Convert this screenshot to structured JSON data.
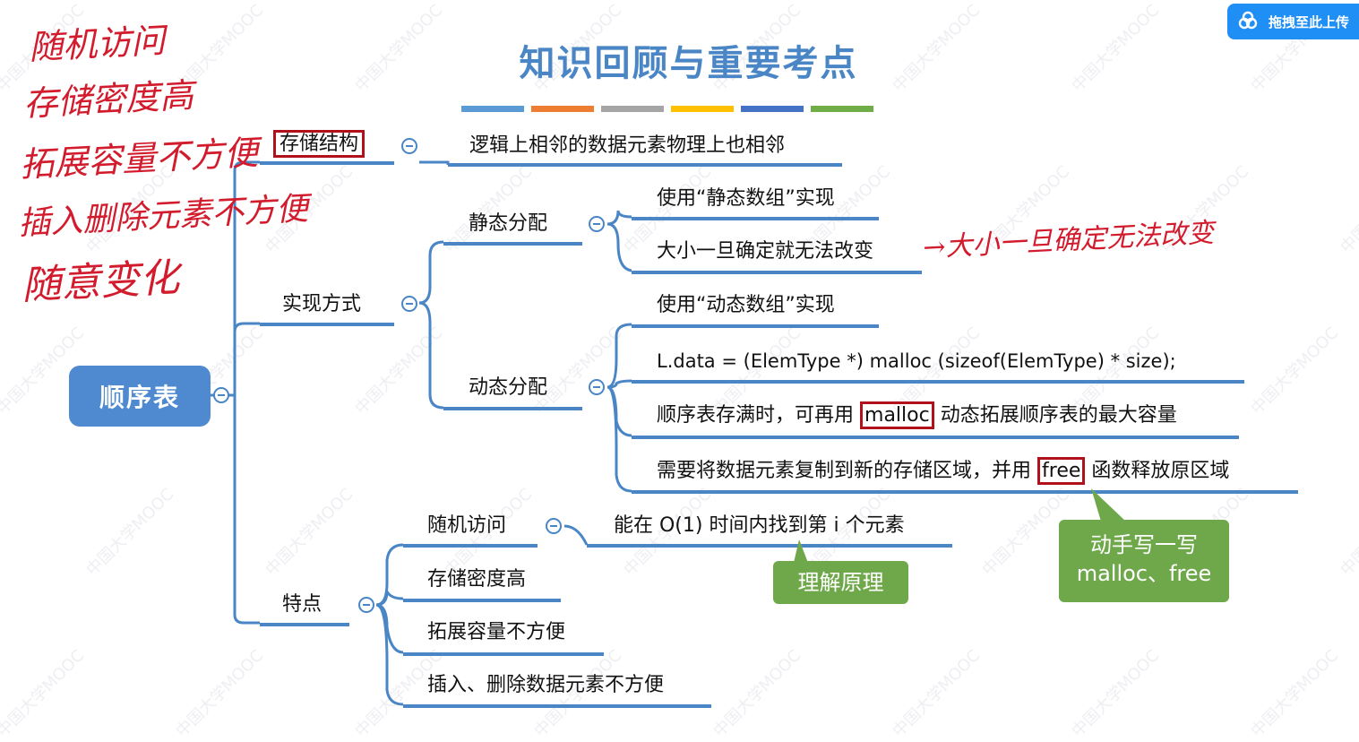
{
  "title": "知识回顾与重要考点",
  "title_bar_colors": [
    "#5b9bd5",
    "#ed7d31",
    "#a5a5a5",
    "#ffc000",
    "#4472c4",
    "#70ad47"
  ],
  "upload_button": "拖拽至此上传",
  "watermark": "中国大学MOOC",
  "root": "顺序表",
  "nodes": {
    "storage": "存储结构",
    "storage_desc": "逻辑上相邻的数据元素物理上也相邻",
    "impl": "实现方式",
    "static_alloc": "静态分配",
    "static_1": "使用“静态数组”实现",
    "static_2": "大小一旦确定就无法改变",
    "dynamic_alloc": "动态分配",
    "dyn_1": "使用“动态数组”实现",
    "dyn_2": "L.data = (ElemType *) malloc (sizeof(ElemType) * size);",
    "dyn_3_pre": "顺序表存满时，可再用",
    "dyn_3_kw": "malloc",
    "dyn_3_post": "动态拓展顺序表的最大容量",
    "dyn_4_pre": "需要将数据元素复制到新的存储区域，并用",
    "dyn_4_kw": "free",
    "dyn_4_post": "函数释放原区域",
    "features": "特点",
    "feat_random": "随机访问",
    "feat_random_desc": "能在 O(1) 时间内找到第 i 个元素",
    "feat_density": "存储密度高",
    "feat_expand": "拓展容量不方便",
    "feat_insert": "插入、删除数据元素不方便"
  },
  "callouts": {
    "understand": "理解原理",
    "practice_line1": "动手写一写",
    "practice_line2": "malloc、free"
  },
  "handwriting": {
    "left": [
      "随机访问",
      "存储密度高",
      "拓展容量不方便",
      "插入删除元素不方便",
      "随意变化"
    ],
    "right": "→大小一旦确定无法改变"
  },
  "colors": {
    "wire": "#4a86c5",
    "root_fill": "#4f8ad0",
    "callout_fill": "#6fa84a",
    "highlight_border": "#b1111a",
    "handwriting": "#d21b2c"
  }
}
